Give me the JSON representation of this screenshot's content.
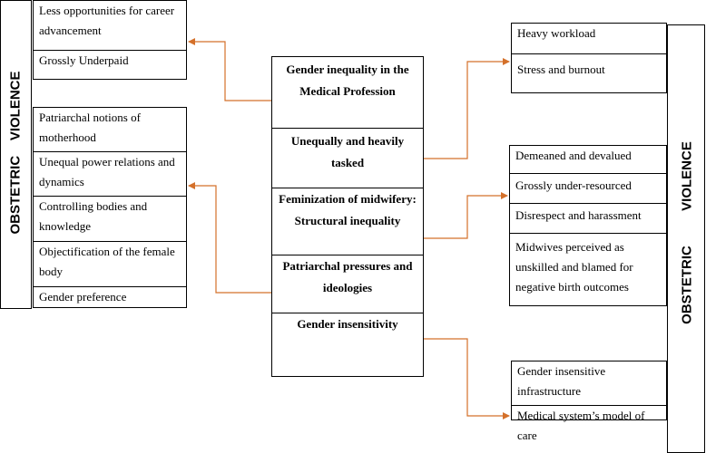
{
  "left_band": {
    "label": "OBSTETRIC    VIOLENCE"
  },
  "right_band": {
    "label_top": "VIOLENCE",
    "label_bottom": "OBSTETRIC"
  },
  "left_top_box": [
    "Less opportunities for career advancement",
    "Grossly Underpaid"
  ],
  "left_bottom_box": [
    "Patriarchal notions of motherhood",
    "Unequal power relations and dynamics",
    "Controlling bodies and knowledge",
    "Objectification of the female body",
    "Gender preference"
  ],
  "center_box": [
    "Gender inequality in the Medical Profession",
    "Unequally and heavily tasked",
    "Feminization of midwifery: Structural inequality",
    "Patriarchal pressures and ideologies",
    "Gender insensitivity"
  ],
  "right_top_box": [
    "Heavy workload",
    "Stress and burnout"
  ],
  "right_mid_box": [
    "Demeaned and devalued",
    "Grossly under-resourced",
    "Disrespect and harassment",
    "Midwives perceived as unskilled and blamed for negative birth outcomes"
  ],
  "right_bottom_box": [
    "Gender insensitive infrastructure",
    "Medical system’s model of care"
  ],
  "colors": {
    "arrow": "#d4702a",
    "border": "#000000"
  }
}
